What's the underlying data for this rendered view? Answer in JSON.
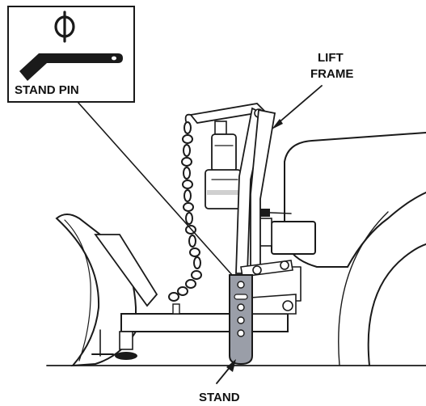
{
  "labels": {
    "stand_pin": "STAND PIN",
    "lift_frame_line1": "LIFT",
    "lift_frame_line2": "FRAME",
    "stand": "STAND"
  },
  "icons": {
    "pin_symbol": "phi-symbol-icon"
  },
  "colors": {
    "ink": "#1a1a1a",
    "stand_fill": "#9a9ea8",
    "shade": "#d0d0d0",
    "background": "#ffffff"
  }
}
